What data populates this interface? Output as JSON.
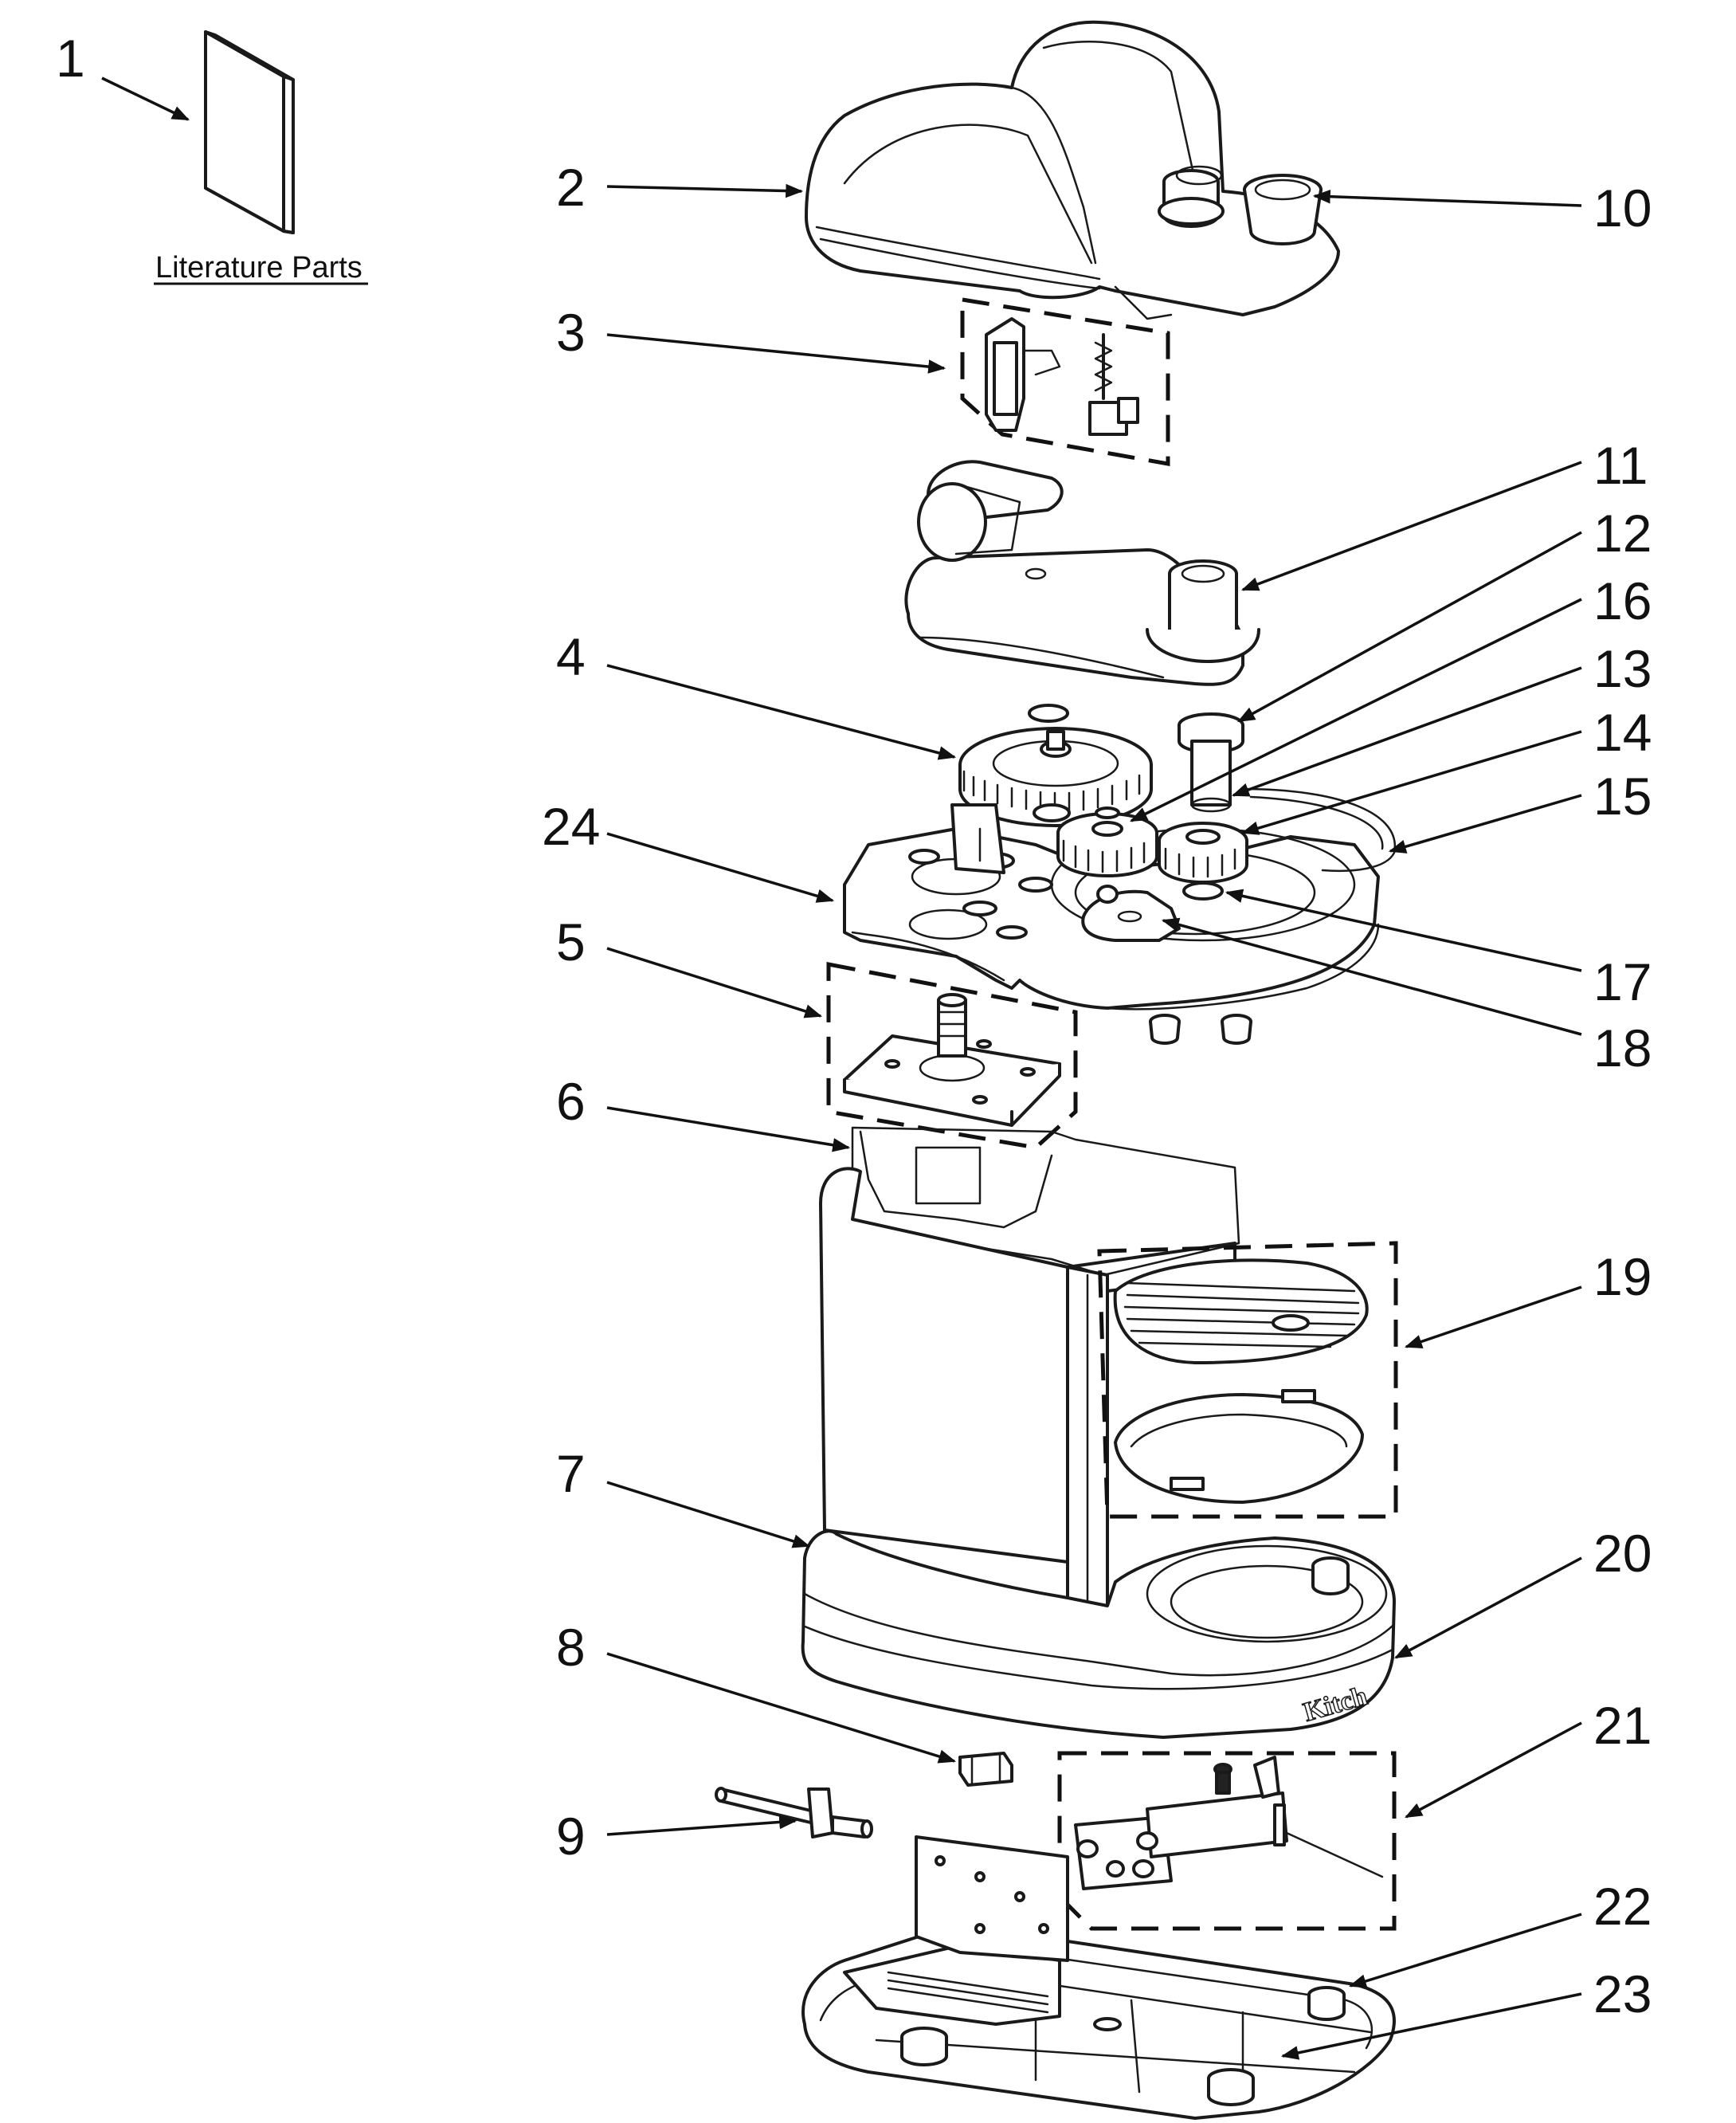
{
  "literature_label": "Literature Parts",
  "brand_mark": "Kitch",
  "callouts": [
    "1",
    "2",
    "3",
    "4",
    "5",
    "6",
    "7",
    "8",
    "9",
    "10",
    "11",
    "12",
    "13",
    "14",
    "15",
    "16",
    "17",
    "18",
    "19",
    "20",
    "21",
    "22",
    "23",
    "24"
  ]
}
